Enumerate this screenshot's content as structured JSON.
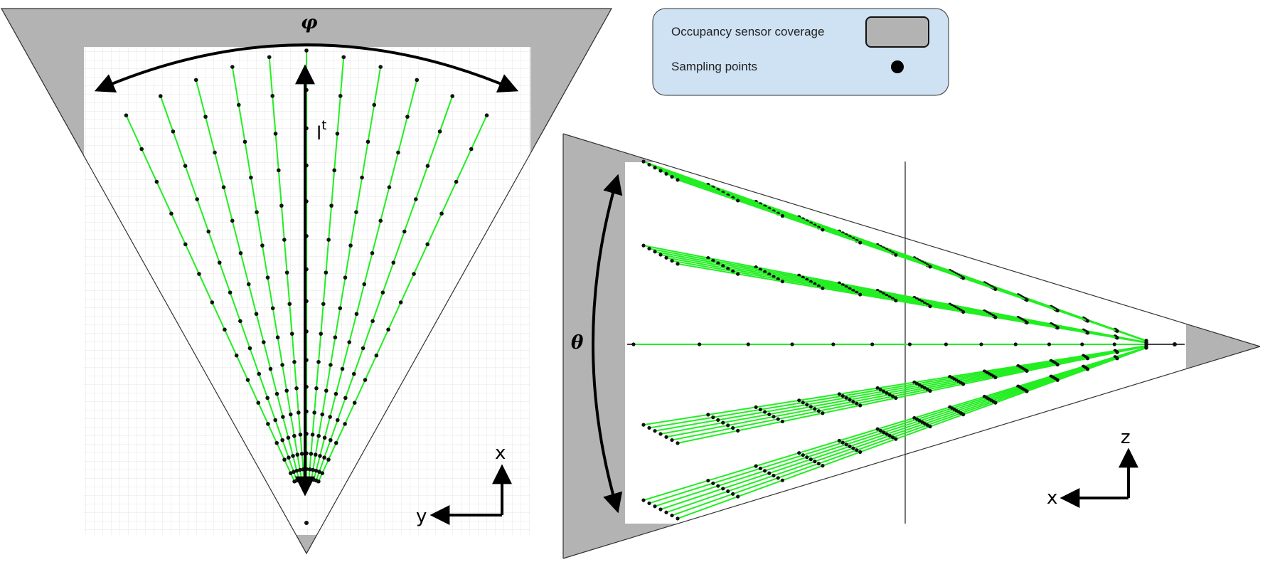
{
  "legend": {
    "coverage_label": "Occupancy sensor coverage",
    "points_label": "Sampling points",
    "coverage_color": "#b3b3b3",
    "box_color": "#cfe2f3",
    "point_color": "#000000"
  },
  "top_view": {
    "angle_label": "φ",
    "length_label": "l",
    "length_superscript": "t",
    "axis_vertical": "x",
    "axis_horizontal": "y",
    "ray_count": 11,
    "points_per_ray": 16,
    "ray_color": "#22ee22"
  },
  "side_view": {
    "angle_label": "θ",
    "axis_vertical": "z",
    "axis_horizontal": "x",
    "ray_groups": 5,
    "rays_per_group": 7,
    "points_per_ray": 14,
    "ray_color": "#22ee22"
  }
}
